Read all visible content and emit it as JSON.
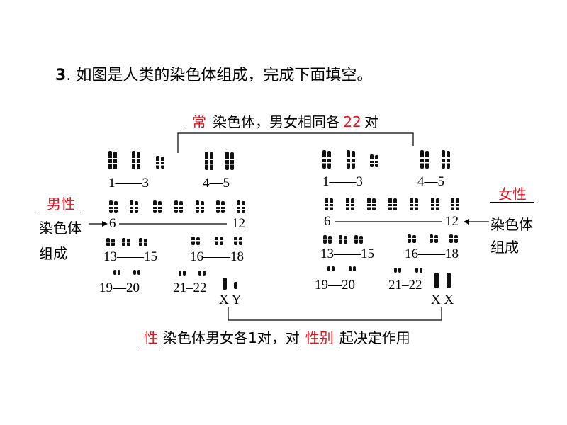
{
  "question": {
    "number": "3",
    "separator": ".",
    "prompt": "如图是人类的染色体组成，完成下面填空。"
  },
  "top_caption": {
    "answer": "常",
    "text_before_count": "染色体，男女相同各",
    "count_answer": "22",
    "text_after_count": "对"
  },
  "male_label": {
    "answer": "男性",
    "line1": "染色体",
    "line2": "组成"
  },
  "female_label": {
    "answer": "女性",
    "line1": "染色体",
    "line2": "组成"
  },
  "male_groups": {
    "g1": "1——3",
    "g2": "4—5",
    "g3_start": "6",
    "g3_end": "12",
    "g4": "13——15",
    "g5": "16——18",
    "g6": "19—20",
    "g7": "21–22",
    "sex": "X Y"
  },
  "female_groups": {
    "g1": "1——3",
    "g2": "4—5",
    "g3_start": "6",
    "g3_end": "12",
    "g4": "13——15",
    "g5": "16——18",
    "g6": "19—20",
    "g7": "21–22",
    "sex": "X X"
  },
  "bottom_caption": {
    "answer": "性",
    "text_middle": "染色体男女各1对，对",
    "answer2": "性别",
    "text_end": "起决定作用"
  },
  "colors": {
    "answer": "#e8141e",
    "text": "#000000"
  }
}
